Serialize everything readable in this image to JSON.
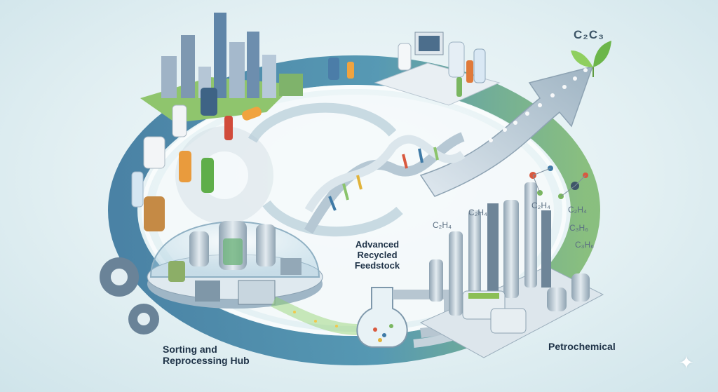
{
  "labels": {
    "hub": [
      "Sorting and",
      "Reprocessing Hub"
    ],
    "feedstock": [
      "Advanced",
      "Recycled",
      "Feedstock"
    ],
    "petrochemical": "Petrochemical"
  },
  "chem_formulas": [
    "C₂H₄",
    "C₂H₄",
    "C₂H₄",
    "C₃H₆",
    "C₃H₆",
    "C₂H₄"
  ],
  "logo_text": "C₂C₃",
  "colors": {
    "loop_blue": "#2f6f97",
    "loop_green": "#79b66a",
    "accent_dark": "#1e3247",
    "steel": "#b9c8d3"
  },
  "icons": [
    "gear-icon",
    "leaf-icon",
    "sparkle-icon",
    "dna-icon",
    "flask-icon",
    "arrow-icon"
  ]
}
